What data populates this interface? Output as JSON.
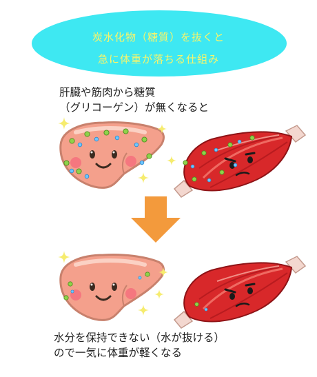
{
  "title": {
    "line1": "炭水化物（糖質）を抜くと",
    "line2": "急に体重が落ちる仕組み"
  },
  "caption_top": {
    "line1": "肝臓や筋肉から糖質",
    "line2": "（グリコーゲン）が無くなると"
  },
  "caption_bottom": {
    "line1": "水分を保持できない（水が抜ける）",
    "line2": "ので一気に体重が軽くなる"
  },
  "colors": {
    "title_bg": "#3ee8f2",
    "title_text": "#f7f56b",
    "liver": "#f4a08c",
    "liver_outline": "#c8816d",
    "muscle": "#d8282a",
    "arrow": "#f39a3c",
    "sparkle": "#f6ec6e"
  }
}
